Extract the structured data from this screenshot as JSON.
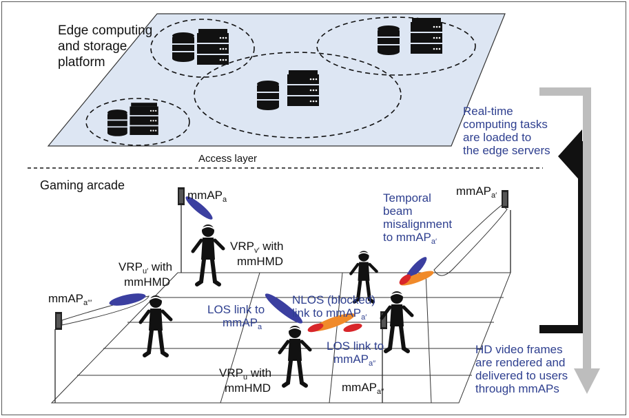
{
  "platform": {
    "title": "Edge computing and storage platform",
    "title_lines": [
      "Edge computing",
      "and storage",
      "platform"
    ]
  },
  "access_layer": "Access layer",
  "arcade": "Gaming arcade",
  "ap": {
    "a": {
      "base": "mmAP",
      "sub": "a"
    },
    "a_prime": {
      "base": "mmAP",
      "sub": "a′"
    },
    "a_triple": {
      "base": "mmAP",
      "sub": "a′′′"
    },
    "a_double": {
      "base": "mmAP",
      "sub": "a′′"
    }
  },
  "labels": {
    "vrp_v_prime": {
      "base": "VRP",
      "sub": "v′",
      "rest": " with",
      "line2": "mmHMD"
    },
    "vrp_u_prime": {
      "base": "VRP",
      "sub": "u′",
      "rest": " with",
      "line2": "mmHMD"
    },
    "vrp_u": {
      "base": "VRP",
      "sub": "u",
      "rest": " with",
      "line2": "mmHMD"
    },
    "temporal": [
      "Temporal",
      "beam",
      "misalignment"
    ],
    "temporal_last": {
      "base": "to mmAP",
      "sub": "a′"
    },
    "los_a": {
      "line1": "LOS link to",
      "base": "mmAP",
      "sub": "a"
    },
    "nlos": {
      "line1": "NLOS (blocked)",
      "base": "link to mmAP",
      "sub": "a′"
    },
    "los_a_double": {
      "line1": "LOS link to",
      "base": "mmAP",
      "sub": "a′′"
    }
  },
  "flow": {
    "upload": [
      "Real-time",
      "computing tasks",
      "are loaded to",
      "the edge servers"
    ],
    "download": [
      "HD video frames",
      "are rendered and",
      "delivered to users",
      "through mmAPs"
    ]
  },
  "colors": {
    "accent_blue": "#2e3f8f",
    "platform_fill": "#dde6f3",
    "beam_blue": "#3b3fa0",
    "beam_orange": "#f08a2a",
    "beam_red": "#d8262a",
    "arrow_black": "#111111",
    "arrow_gray": "#bdbdbd"
  }
}
